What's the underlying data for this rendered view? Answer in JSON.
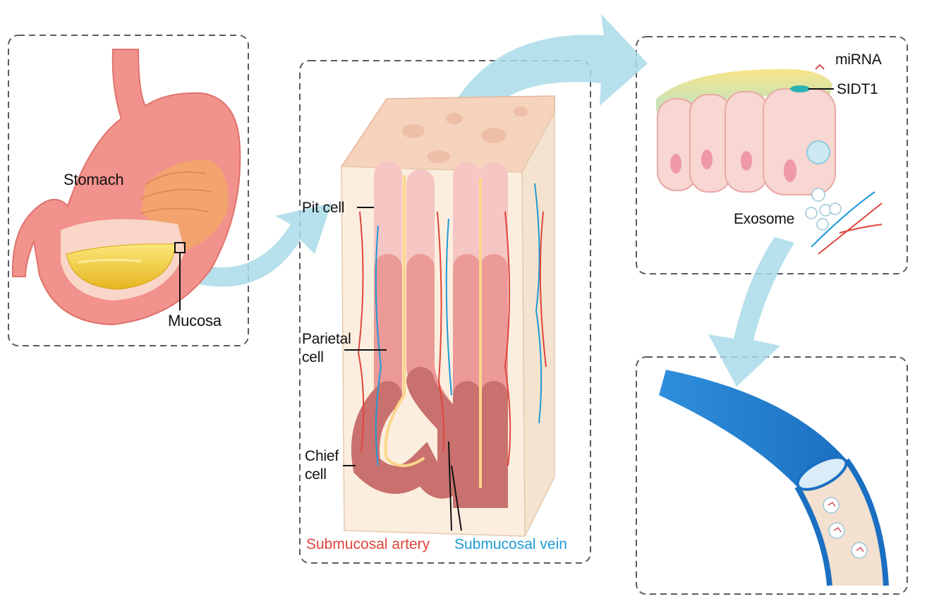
{
  "labels": {
    "stomach": "Stomach",
    "mucosa": "Mucosa",
    "pit_cell": "Pit cell",
    "parietal_cell": "Parietal\ncell",
    "chief_cell": "Chief\ncell",
    "mirna": "miRNA",
    "sidt1": "SIDT1",
    "exosome": "Exosome",
    "submucosal_artery": "Submucosal artery",
    "submucosal_vein": "Submucosal vein"
  },
  "colors": {
    "panel_border": "#5a5a66",
    "flow_arrow": "#a9dbe8",
    "artery": "#e0443c",
    "vein": "#1f9ad6",
    "stomach_wall": "#f2928c",
    "gastric_content": "#f2cf3a",
    "mucosa_tissue": "#f7dfc9",
    "pit_cells": "#f6c6c4",
    "parietal_cells": "#ec9a98",
    "chief_cells": "#c9716e",
    "blood_vessel": "#2f8fdc"
  },
  "icons": [
    "flow-arrow",
    "stomach-illustration",
    "gastric-gland-illustration",
    "epithelial-cell-illustration",
    "blood-vessel-illustration"
  ]
}
